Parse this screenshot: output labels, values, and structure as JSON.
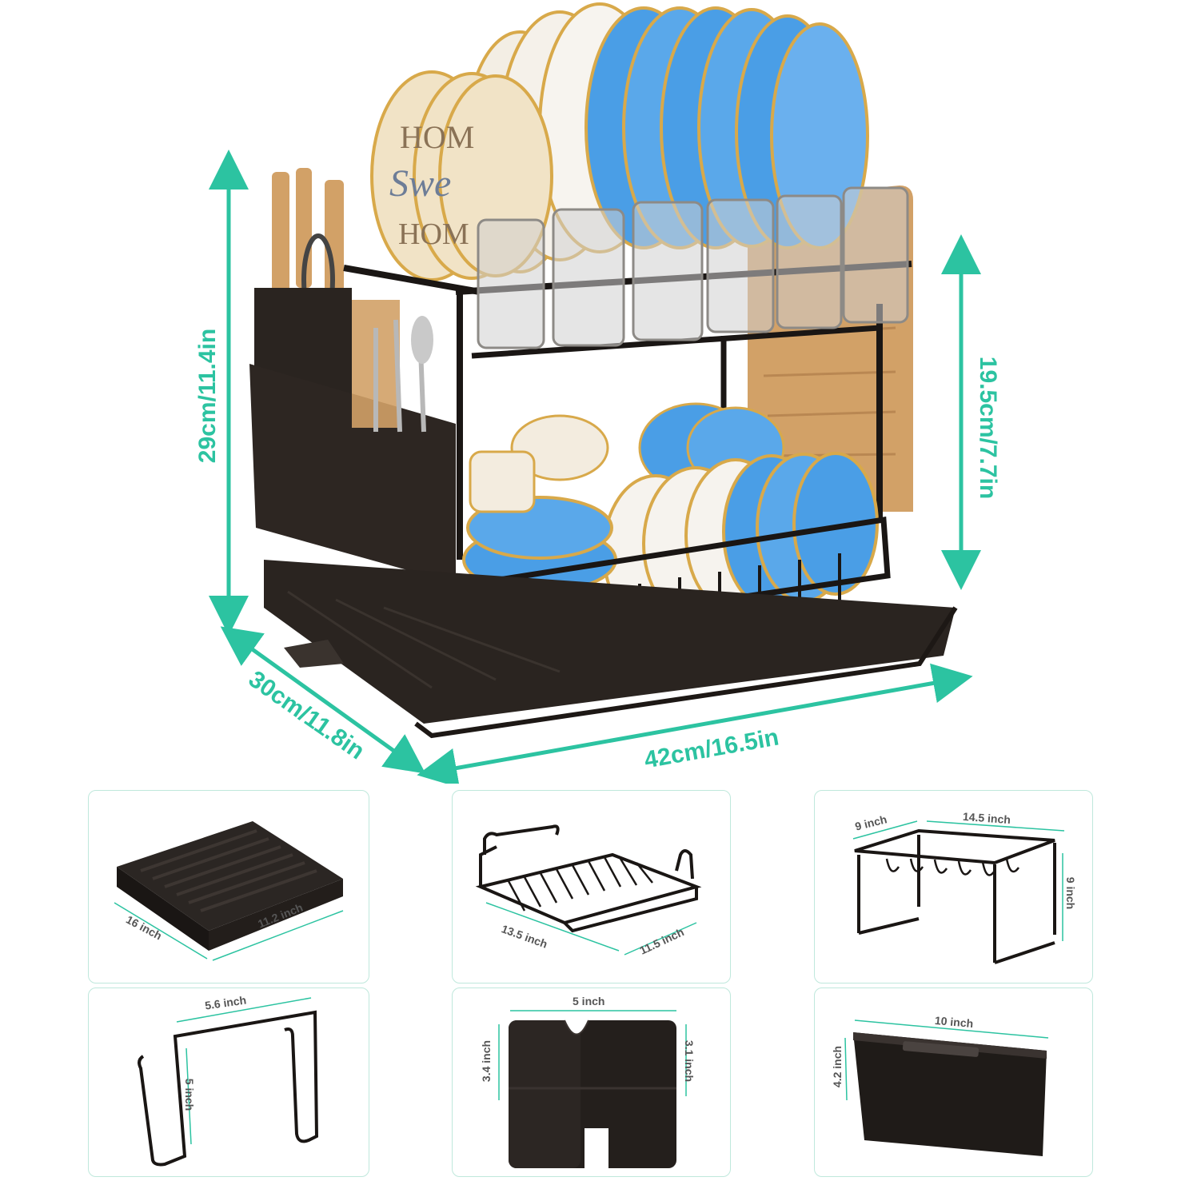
{
  "main": {
    "height_total": "29cm/11.4in",
    "height_lower": "19.5cm/7.7in",
    "depth": "30cm/11.8in",
    "width": "42cm/16.5in",
    "plate_text": [
      "HOM",
      "Swe",
      "HOM"
    ]
  },
  "parts": [
    {
      "name": "drip-tray",
      "labels": [
        "16 inch",
        "11.2 inch"
      ]
    },
    {
      "name": "lower-basket",
      "labels": [
        "13.5 inch",
        "11.5 inch"
      ]
    },
    {
      "name": "upper-rack",
      "labels": [
        "9 inch",
        "14.5 inch",
        "9 inch"
      ]
    },
    {
      "name": "board-hook",
      "labels": [
        "5.6 inch",
        "5 inch"
      ]
    },
    {
      "name": "utensil-holder",
      "labels": [
        "5 inch",
        "3.4 inch",
        "3.1 inch"
      ]
    },
    {
      "name": "cup-holder-box",
      "labels": [
        "10 inch",
        "4.2 inch"
      ]
    }
  ],
  "colors": {
    "accent": "#2cc3a1",
    "frame": "#1a1614",
    "plate_blue": "#4a9ee6",
    "plate_gold": "#d8a94a",
    "board": "#d2a167"
  }
}
